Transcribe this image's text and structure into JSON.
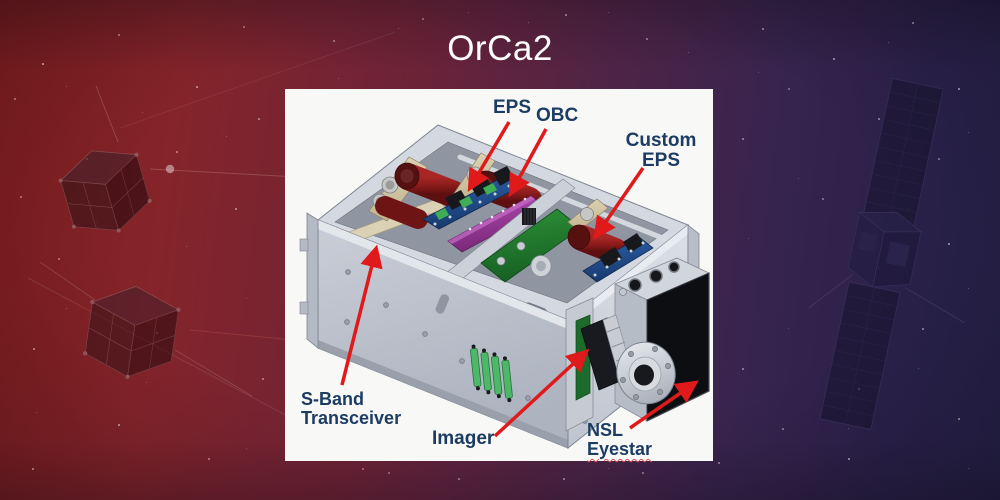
{
  "title": "OrCa2",
  "diagram": {
    "component_labels": {
      "eps": "EPS",
      "obc": "OBC",
      "custom_eps": {
        "line1": "Custom",
        "line2": "EPS"
      },
      "sband": {
        "line1": "S-Band",
        "line2": "Transceiver"
      },
      "imager": "Imager",
      "nsl_eyestar": {
        "line1": "NSL",
        "line2": "Eyestar"
      }
    },
    "colors": {
      "label_text": "#1d3c64",
      "arrow": "#e01a1a",
      "card_background": "#f8f8f6",
      "chassis_gray": "#c9ced7",
      "battery_red": "#8c1b1b",
      "obc_purple": "#a03ea0",
      "eps_blue": "#2457a0",
      "pcb_green": "#1e7c2b"
    }
  },
  "background": {
    "gradient_left": "#7d1d1d",
    "gradient_right": "#242045"
  }
}
